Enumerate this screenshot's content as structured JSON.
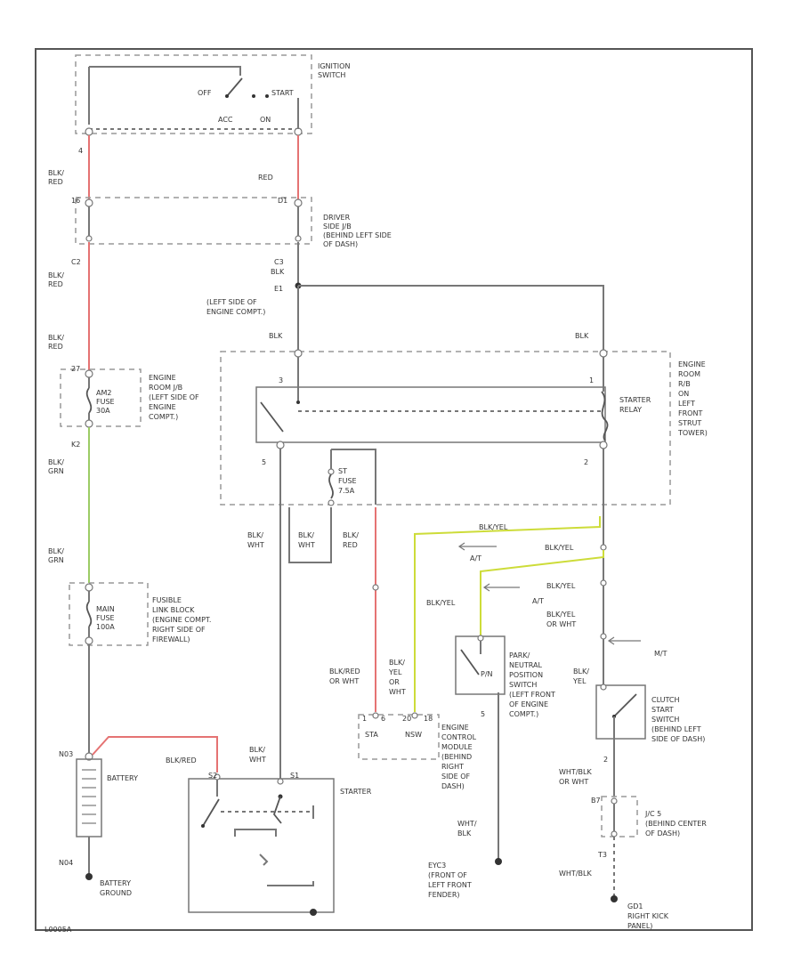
{
  "labels": {
    "ignition_switch": [
      "IGNITION",
      "SWITCH"
    ],
    "switch_off": "OFF",
    "switch_start": "START",
    "switch_acc": "ACC",
    "switch_on": "ON",
    "pin_4": "4",
    "blk_red_1": [
      "BLK/",
      "RED"
    ],
    "red": "RED",
    "pin_16": "16",
    "pin_d1": "D1",
    "driver_jb": [
      "DRIVER",
      "SIDE J/B",
      "(BEHIND LEFT SIDE",
      "OF DASH)"
    ],
    "c2": "C2",
    "blk_red_2": [
      "BLK/",
      "RED"
    ],
    "c3_blk_e1": [
      "C3",
      "BLK",
      "E1"
    ],
    "left_engine": [
      "(LEFT SIDE OF",
      "ENGINE COMPT.)"
    ],
    "blk_red_3": [
      "BLK/",
      "RED"
    ],
    "pin_27": "27",
    "am2_fuse": [
      "AM2",
      "FUSE",
      "30A"
    ],
    "engine_room_jb_left": [
      "ENGINE",
      "ROOM J/B",
      "(LEFT SIDE OF",
      "ENGINE",
      "COMPT.)"
    ],
    "k2": "K2",
    "blk_grn_1": [
      "BLK/",
      "GRN"
    ],
    "blk_grn_2": [
      "BLK/",
      "GRN"
    ],
    "blk_top_left": "BLK",
    "blk_top_right": "BLK",
    "engine_room_jb_right": [
      "ENGINE",
      "ROOM",
      "R/B",
      "ON",
      "LEFT",
      "FRONT",
      "STRUT",
      "TOWER)"
    ],
    "starter_relay": [
      "STARTER",
      "RELAY"
    ],
    "relay_pin_3": "3",
    "relay_pin_1": "1",
    "relay_pin_5": "5",
    "relay_pin_2": "2",
    "st_fuse": [
      "ST",
      "FUSE",
      "7.5A"
    ],
    "blk_wht_1": [
      "BLK/",
      "WHT"
    ],
    "blk_wht_2": [
      "BLK/",
      "WHT"
    ],
    "blk_red_st": [
      "BLK/",
      "RED"
    ],
    "blk_yel_top": "BLK/YEL",
    "a_t_1": "A/T",
    "blk_yel_2": "BLK/YEL",
    "blk_yel_3": "BLK/YEL",
    "a_t_2": "A/T",
    "blk_yel_4": "BLK/YEL",
    "blk_yel_or_wht": [
      "BLK/YEL",
      "OR WHT"
    ],
    "m_t": "M/T",
    "fusible_link": [
      "FUSIBLE",
      "LINK BLOCK",
      "(ENGINE COMPT.",
      "RIGHT SIDE OF",
      "FIREWALL)"
    ],
    "main_fuse": [
      "MAIN",
      "FUSE",
      "100A"
    ],
    "pnp_switch": [
      "PARK/",
      "NEUTRAL",
      "POSITION",
      "SWITCH",
      "(LEFT FRONT",
      "OF ENGINE",
      "COMPT.)"
    ],
    "pnp_code": "P/N",
    "blk_yel_left": "BLK/YEL",
    "blk_yel_or_wht_left": [
      "BLK/",
      "YEL",
      "OR",
      "WHT"
    ],
    "blk_red_or_wht": [
      "BLK/RED",
      "OR WHT"
    ],
    "blk_yel_clutch": [
      "BLK/",
      "YEL"
    ],
    "clutch_switch": [
      "CLUTCH",
      "START",
      "SWITCH",
      "(BEHIND LEFT",
      "SIDE OF DASH)"
    ],
    "ecm_sta": "STA",
    "ecm_nsw": "NSW",
    "ecm_pins": [
      "1",
      "6",
      "20",
      "18"
    ],
    "ecm": [
      "ENGINE",
      "CONTROL",
      "MODULE",
      "(BEHIND",
      "RIGHT",
      "SIDE OF",
      "DASH)"
    ],
    "pin_5_pnp": "5",
    "wht_blk_1": [
      "WHT/",
      "BLK"
    ],
    "eyc3": [
      "EYC3",
      "(FRONT OF",
      "LEFT FRONT",
      "FENDER)"
    ],
    "n03": "N03",
    "battery": "BATTERY",
    "blk_red_bat": "BLK/RED",
    "blk_wht_starter": [
      "BLK/",
      "WHT"
    ],
    "s2": "S2",
    "s1": "S1",
    "starter": "STARTER",
    "n04": "N04",
    "battery_ground": [
      "BATTERY",
      "GROUND"
    ],
    "pin_2_clutch": "2",
    "wht_blk_or_wht": [
      "WHT/BLK",
      "OR WHT"
    ],
    "pin_b7": "B7",
    "jc5": [
      "J/C 5",
      "(BEHIND CENTER",
      "OF DASH)"
    ],
    "pin_t3": "T3",
    "wht_blk_2": "WHT/BLK",
    "gd1": [
      "GD1",
      "RIGHT KICK",
      "PANEL)"
    ],
    "figure_id": "L0005A"
  }
}
